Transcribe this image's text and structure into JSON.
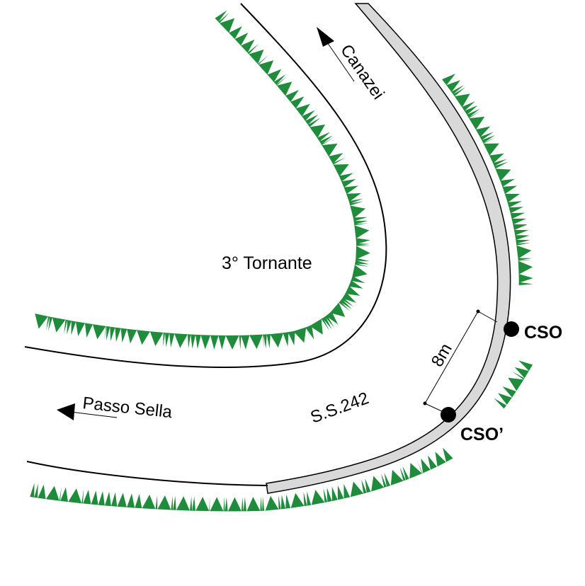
{
  "labels": {
    "canazei": "Canazei",
    "passo_sella": "Passo Sella",
    "tornante": "3° Tornante",
    "road": "S.S.242",
    "distance": "8m",
    "cso": "CSO",
    "cso_prime": "CSO’"
  },
  "colors": {
    "vegetation": "#1e8c3a",
    "sidewalk_fill": "#d9d9d9",
    "line": "#000000",
    "background": "#ffffff"
  }
}
